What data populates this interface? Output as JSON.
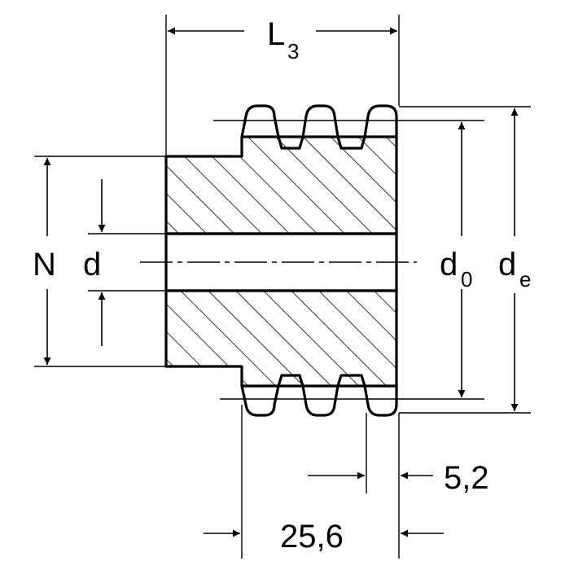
{
  "labels": {
    "overall_length_main": "L",
    "overall_length_sub": "3",
    "hub_diameter": "N",
    "bore_diameter": "d",
    "pitch_diameter_main": "d",
    "pitch_diameter_sub": "0",
    "tip_diameter_main": "d",
    "tip_diameter_sub": "e",
    "tooth_width": "5,2",
    "strand_pitch_span": "25,6"
  },
  "colors": {
    "line": "#000000",
    "background": "#ffffff"
  }
}
